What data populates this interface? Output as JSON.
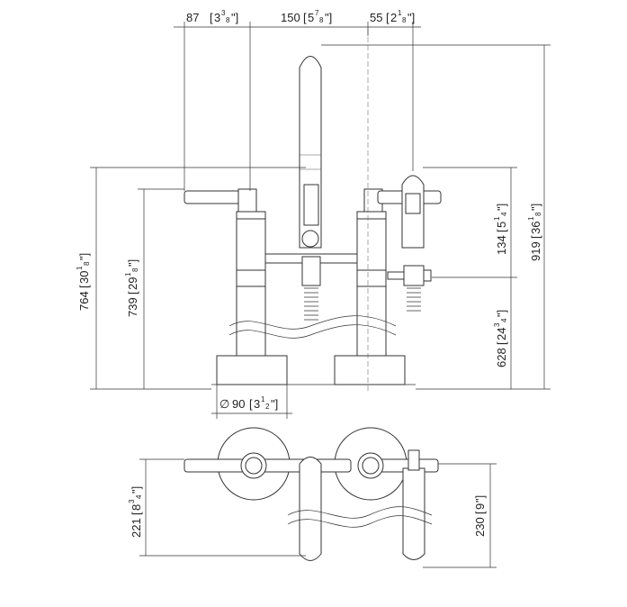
{
  "drawing": {
    "top_dims": [
      {
        "mm": "87",
        "whole": "3",
        "num": "3",
        "den": "8"
      },
      {
        "mm": "150",
        "whole": "5",
        "num": "7",
        "den": "8"
      },
      {
        "mm": "55",
        "whole": "2",
        "num": "1",
        "den": "8"
      }
    ],
    "left_dims": [
      {
        "mm": "764",
        "whole": "30",
        "num": "1",
        "den": "8"
      },
      {
        "mm": "739",
        "whole": "29",
        "num": "1",
        "den": "8"
      }
    ],
    "right_dims": [
      {
        "mm": "134",
        "whole": "5",
        "num": "1",
        "den": "4"
      },
      {
        "mm": "919",
        "whole": "36",
        "num": "1",
        "den": "8"
      },
      {
        "mm": "628",
        "whole": "24",
        "num": "3",
        "den": "4"
      }
    ],
    "base_dim": {
      "symbol": "∅",
      "mm": "90",
      "whole": "3",
      "num": "1",
      "den": "2"
    },
    "plan_dims": [
      {
        "mm": "221",
        "whole": "8",
        "num": "3",
        "den": "4"
      },
      {
        "mm": "230",
        "whole": "9",
        "num": "",
        "den": ""
      }
    ]
  }
}
